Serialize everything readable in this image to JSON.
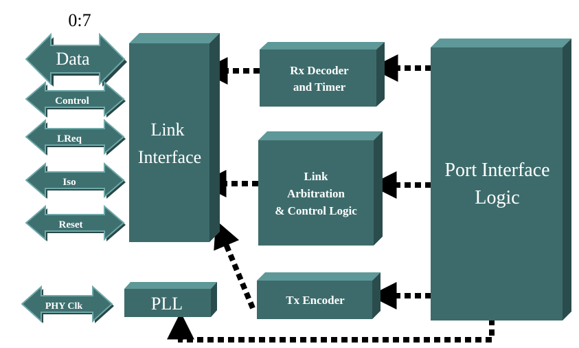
{
  "colors": {
    "block_face": "#3d6b6b",
    "block_top": "#5e9898",
    "block_side": "#2a4c4c",
    "arrow_face": "#3f7070",
    "arrow_light": "#6fa9a9",
    "arrow_dark": "#284848",
    "dotted": "#000000"
  },
  "bus_width_label": "0:7",
  "signals": {
    "data": "Data",
    "control": "Control",
    "lreq": "LReq",
    "iso": "Iso",
    "reset": "Reset",
    "phy_clk": "PHY Clk"
  },
  "blocks": {
    "link_interface": {
      "line1": "Link",
      "line2": "Interface"
    },
    "pll": {
      "label": "PLL"
    },
    "rx_decoder": {
      "line1": "Rx Decoder",
      "line2": "and Timer"
    },
    "link_arbitration": {
      "line1": "Link",
      "line2": "Arbitration",
      "line3": "& Control Logic"
    },
    "tx_encoder": {
      "label": "Tx Encoder"
    },
    "port_interface": {
      "line1": "Port Interface",
      "line2": "Logic"
    }
  }
}
